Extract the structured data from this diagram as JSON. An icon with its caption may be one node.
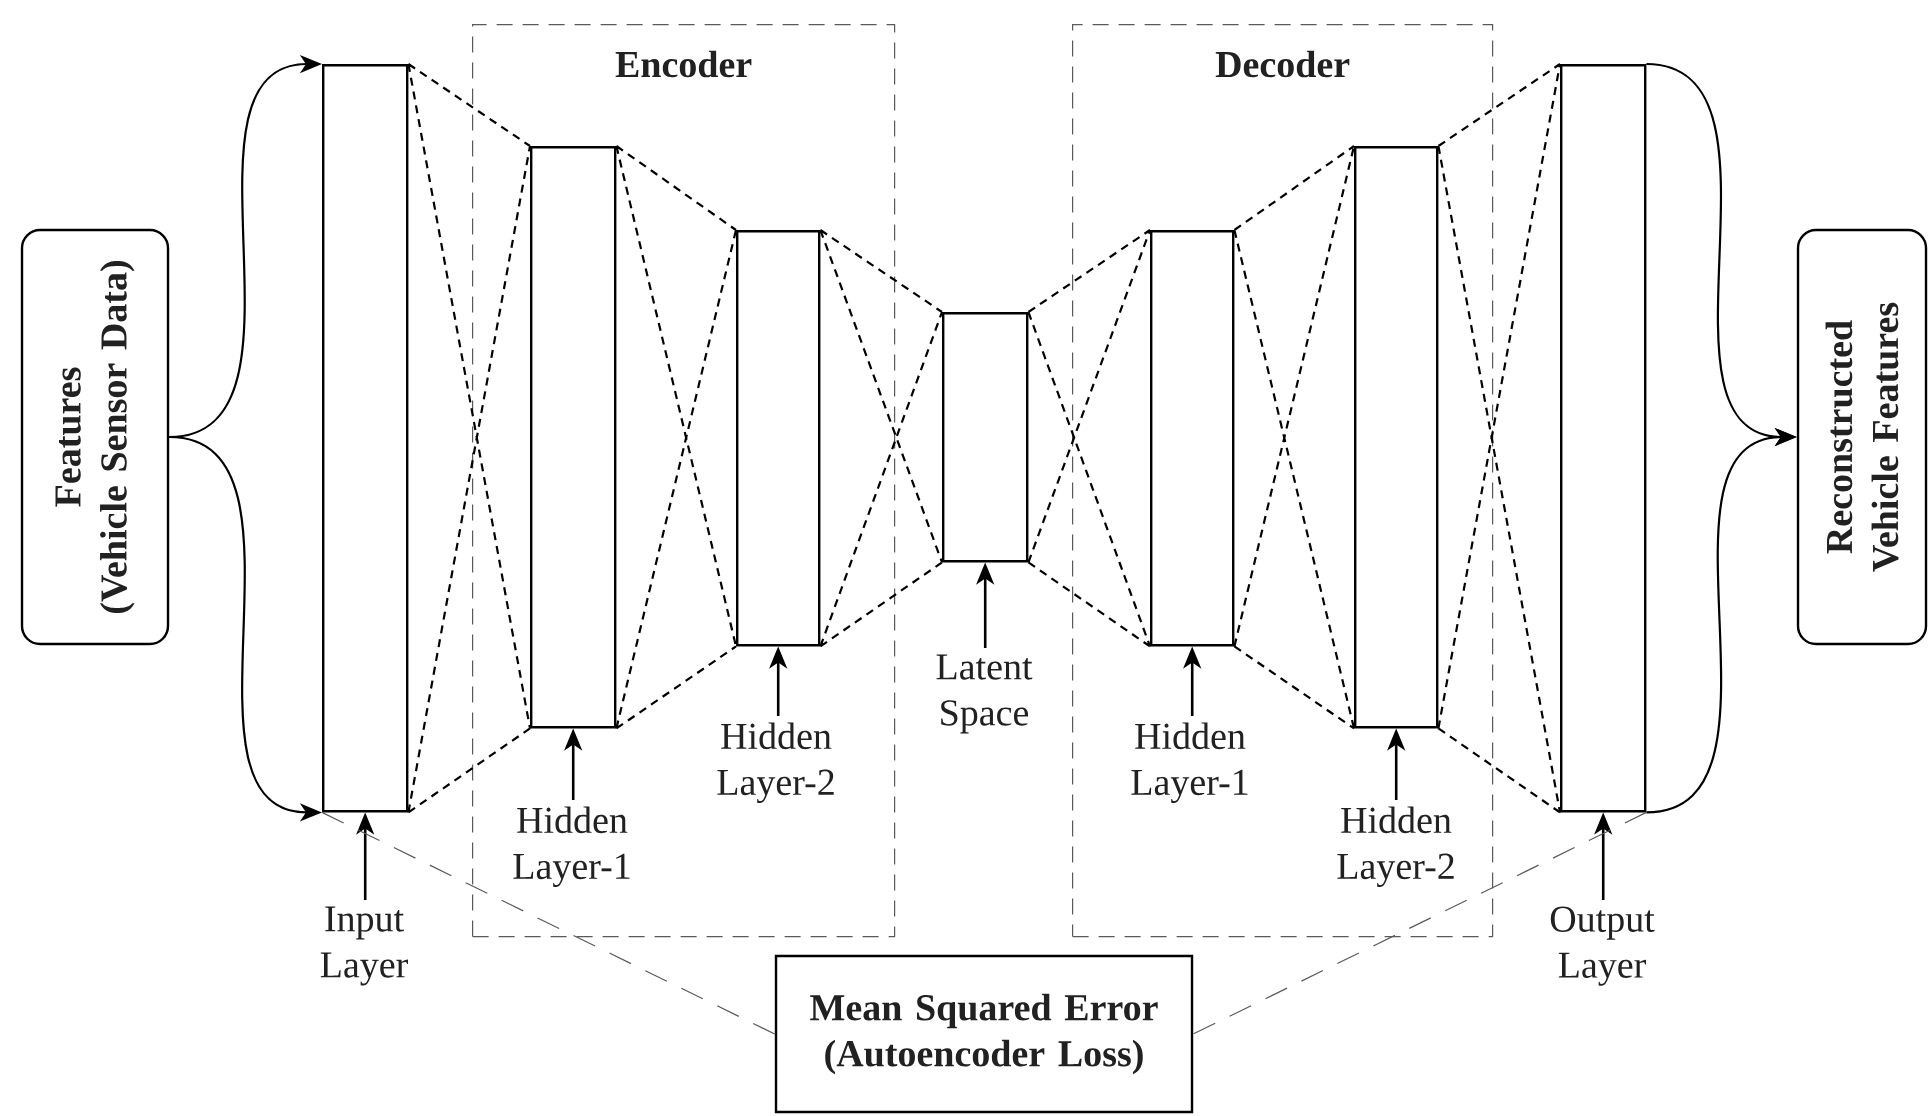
{
  "diagram": {
    "nodes": [
      {
        "text": [
          "Features",
          "(Vehicle Sensor Data)"
        ]
      },
      {
        "text": [],
        "shape": "box"
      },
      {
        "text": [
          "Encoder"
        ]
      },
      {
        "text": [],
        "shape": "box",
        "in": 2
      },
      {
        "text": [],
        "shape": "box",
        "in": 2
      },
      {
        "text": [],
        "shape": "box"
      },
      {
        "text": [
          "Decoder"
        ]
      },
      {
        "text": [],
        "shape": "box",
        "in": 6
      },
      {
        "text": [],
        "shape": "box",
        "in": 6
      },
      {
        "text": [],
        "shape": "box"
      },
      {
        "text": [
          "Reconstructed Vehicle Features"
        ]
      },
      {
        "text": [
          "Mean Squared Error (Autoencoder Loss)"
        ]
      },
      {
        "text": [
          "Input Layer"
        ]
      },
      {
        "text": [
          "Hidden Layer-1"
        ],
        "in": 2
      },
      {
        "text": [
          "Hidden Layer-2"
        ],
        "in": 2
      },
      {
        "text": [
          "Latent Space"
        ]
      },
      {
        "text": [
          "Hidden Layer-1"
        ],
        "in": 6
      },
      {
        "text": [
          "Hidden Layer-2"
        ],
        "in": 6
      },
      {
        "text": [
          "Output Layer"
        ]
      }
    ],
    "edges": [
      {
        "from": 0,
        "to": 1,
        "arrow": "to"
      },
      {
        "from": 1,
        "to": 3,
        "arrow": "none",
        "style": "dashed"
      },
      {
        "from": 3,
        "to": 4,
        "arrow": "none",
        "style": "dashed"
      },
      {
        "from": 4,
        "to": 5,
        "arrow": "none",
        "style": "dashed"
      },
      {
        "from": 5,
        "to": 7,
        "arrow": "none",
        "style": "dashed"
      },
      {
        "from": 7,
        "to": 8,
        "arrow": "none",
        "style": "dashed"
      },
      {
        "from": 8,
        "to": 9,
        "arrow": "none",
        "style": "dashed"
      },
      {
        "from": 9,
        "to": 10,
        "arrow": "to"
      },
      {
        "from": 12,
        "to": 1,
        "arrow": "to"
      },
      {
        "from": 13,
        "to": 3,
        "arrow": "to"
      },
      {
        "from": 14,
        "to": 4,
        "arrow": "to"
      },
      {
        "from": 15,
        "to": 5,
        "arrow": "to"
      },
      {
        "from": 16,
        "to": 7,
        "arrow": "to"
      },
      {
        "from": 17,
        "to": 8,
        "arrow": "to"
      },
      {
        "from": 18,
        "to": 9,
        "arrow": "to"
      },
      {
        "from": 1,
        "to": 11,
        "arrow": "none",
        "style": "dashed"
      },
      {
        "from": 9,
        "to": 11,
        "arrow": "none",
        "style": "dashed"
      }
    ]
  }
}
